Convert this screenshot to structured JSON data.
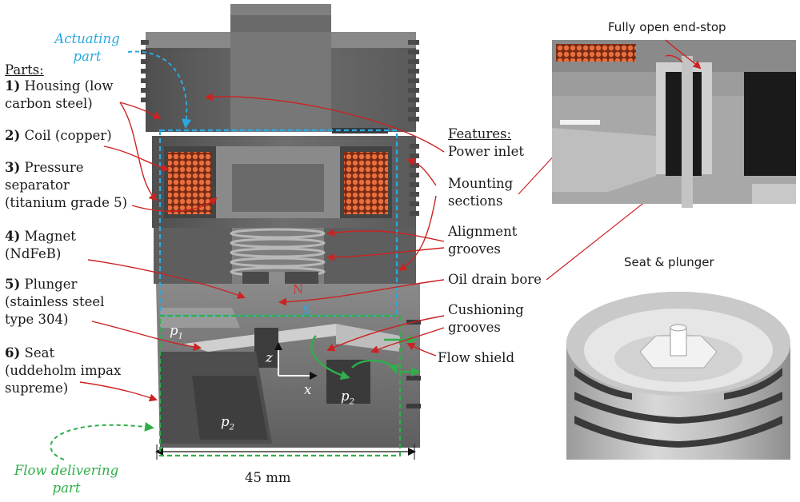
{
  "labels": {
    "actuating": "Actuating part",
    "flow_delivering": "Flow delivering part",
    "parts_header": "Parts:",
    "features_header": "Features:",
    "dimension": "45 mm",
    "seat_plunger": "Seat & plunger",
    "end_stop": "Fully open end-stop"
  },
  "parts": [
    {
      "num": "1)",
      "lines": [
        "Housing (low",
        "carbon steel)"
      ]
    },
    {
      "num": "2)",
      "lines": [
        "Coil (copper)"
      ]
    },
    {
      "num": "3)",
      "lines": [
        "Pressure",
        "separator",
        "(titanium grade 5)"
      ]
    },
    {
      "num": "4)",
      "lines": [
        "Magnet",
        "(NdFeB)"
      ]
    },
    {
      "num": "5)",
      "lines": [
        "Plunger",
        "(stainless steel",
        "type 304)"
      ]
    },
    {
      "num": "6)",
      "lines": [
        "Seat",
        "(uddeholm impax",
        "supreme)"
      ]
    }
  ],
  "features": [
    {
      "lines": [
        "Power inlet"
      ]
    },
    {
      "lines": [
        "Mounting",
        "sections"
      ]
    },
    {
      "lines": [
        "Alignment",
        "grooves"
      ]
    },
    {
      "lines": [
        "Oil drain bore"
      ]
    },
    {
      "lines": [
        "Cushioning",
        "grooves"
      ]
    },
    {
      "lines": [
        "Flow shield"
      ]
    }
  ],
  "inset_labels": {
    "north": "N",
    "south": "S",
    "p1": "p",
    "p1_sub": "1",
    "p2": "p",
    "p2_sub": "2",
    "p2b": "p",
    "p2b_sub": "2",
    "axis_x": "x",
    "axis_z": "z"
  },
  "colors": {
    "arrow_red": "#cc2222",
    "actuating_blue": "#2aa9e0",
    "flow_green": "#2fae4a",
    "metal_dark": "#5a5a5a",
    "metal_mid": "#7a7a7a",
    "metal_light": "#9c9c9c",
    "coil_copper": "#d9643a"
  }
}
